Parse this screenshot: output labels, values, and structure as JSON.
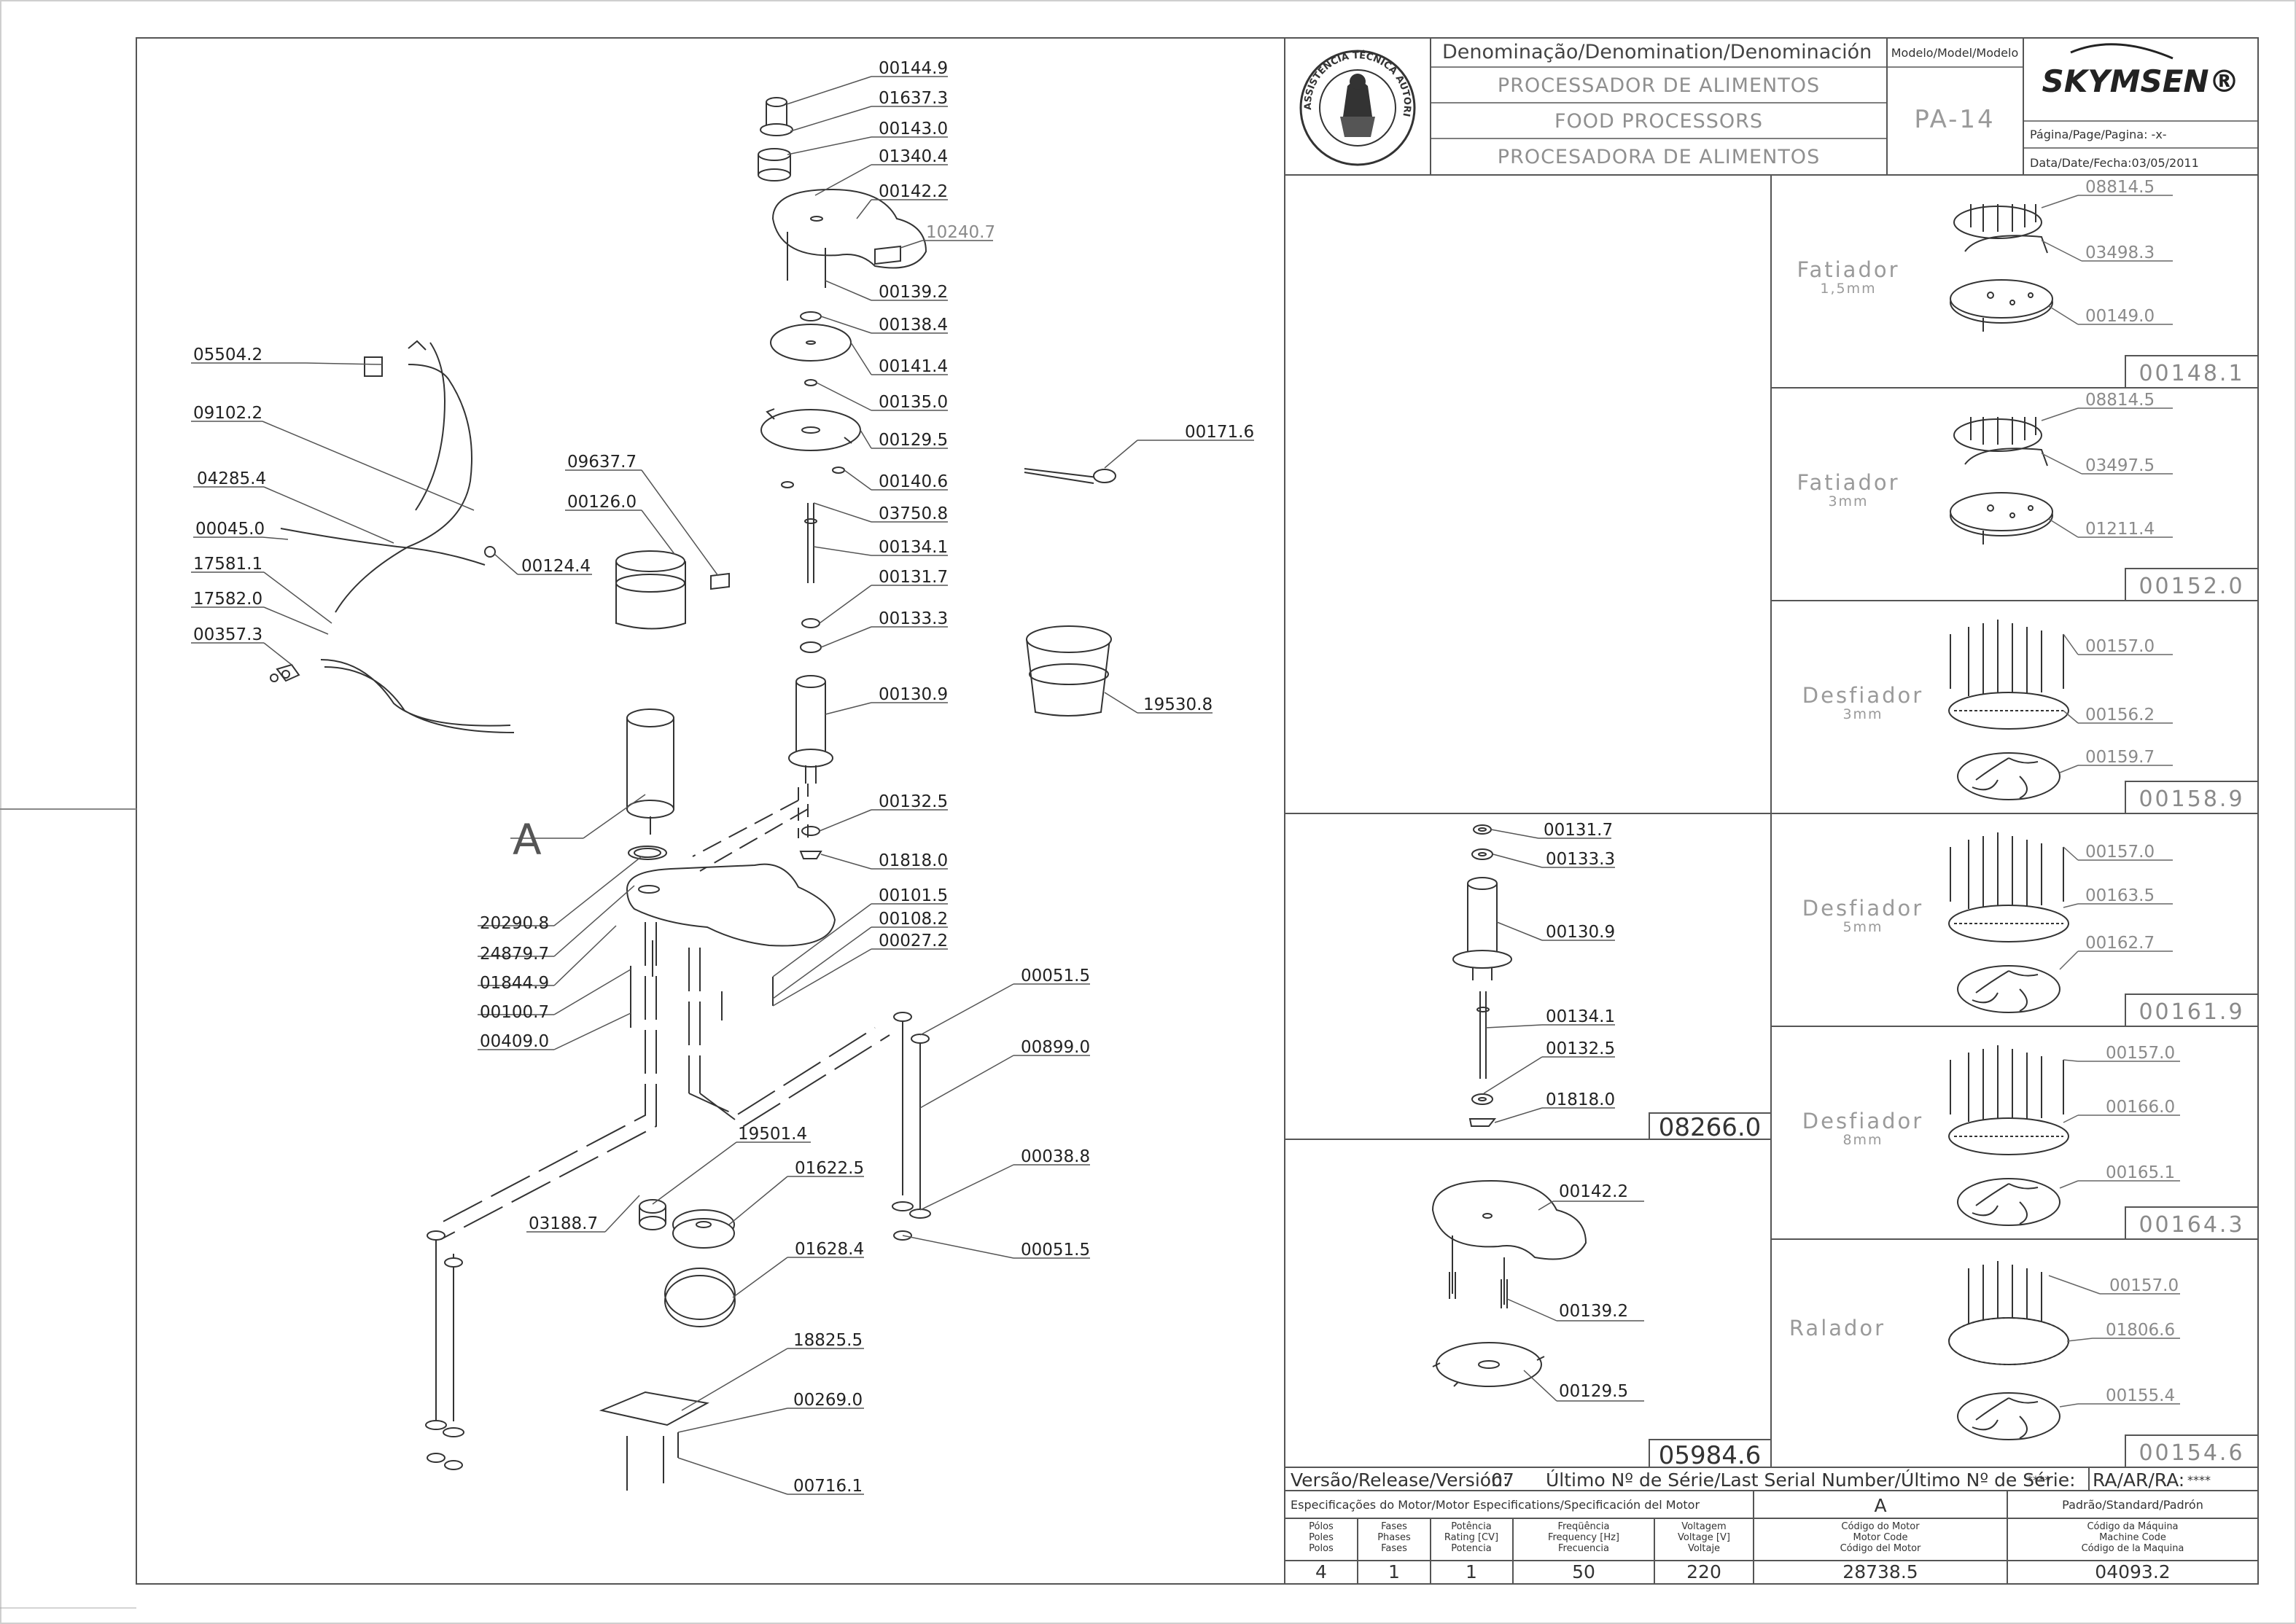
{
  "title_block": {
    "denomination_header": "Denominação/Denomination/Denominación",
    "model_header": "Modelo/Model/Modelo",
    "names": [
      "PROCESSADOR DE ALIMENTOS",
      "FOOD PROCESSORS",
      "PROCESADORA DE ALIMENTOS"
    ],
    "model": "PA-14",
    "brand": "SKYMSEN®",
    "page_label": "Página/Page/Pagina: -x-",
    "date_label": "Data/Date/Fecha:03/05/2011",
    "seal_text": "ASSISTÊNCIA TÉCNICA AUTORIZADA"
  },
  "main_labels": [
    "00144.9",
    "01637.3",
    "00143.0",
    "01340.4",
    "00142.2",
    "10240.7",
    "00139.2",
    "00138.4",
    "00141.4",
    "00135.0",
    "00129.5",
    "00140.6",
    "03750.8",
    "00134.1",
    "00131.7",
    "00133.3",
    "00130.9",
    "00132.5",
    "01818.0",
    "00101.5",
    "00108.2",
    "00027.2",
    "00051.5",
    "00899.0",
    "00038.8",
    "00051.5",
    "19501.4",
    "01622.5",
    "01628.4",
    "03188.7",
    "18825.5",
    "00269.0",
    "00716.1",
    "05504.2",
    "09102.2",
    "04285.4",
    "00045.0",
    "17581.1",
    "17582.0",
    "00357.3",
    "00124.4",
    "09637.7",
    "00126.0",
    "20290.8",
    "24879.7",
    "01844.9",
    "00100.7",
    "00409.0",
    "00171.6",
    "19530.8",
    "A"
  ],
  "kits": [
    {
      "name": "Fatiador",
      "size": "1,5mm",
      "parts": [
        "08814.5",
        "03498.3",
        "00149.0"
      ],
      "code": "00148.1"
    },
    {
      "name": "Fatiador",
      "size": "3mm",
      "parts": [
        "08814.5",
        "03497.5",
        "01211.4"
      ],
      "code": "00152.0"
    },
    {
      "name": "Desfiador",
      "size": "3mm",
      "parts": [
        "00157.0",
        "00156.2",
        "00159.7"
      ],
      "code": "00158.9"
    },
    {
      "name": "Desfiador",
      "size": "5mm",
      "parts": [
        "00157.0",
        "00163.5",
        "00162.7"
      ],
      "code": "00161.9"
    },
    {
      "name": "Desfiador",
      "size": "8mm",
      "parts": [
        "00157.0",
        "00166.0",
        "00165.1"
      ],
      "code": "00164.3"
    },
    {
      "name": "Ralador",
      "size": "",
      "parts": [
        "00157.0",
        "01806.6",
        "00155.4"
      ],
      "code": "00154.6"
    }
  ],
  "shaft_assembly": {
    "parts": [
      "00131.7",
      "00133.3",
      "00130.9",
      "00134.1",
      "00132.5",
      "01818.0"
    ],
    "code": "08266.0"
  },
  "cover_assembly": {
    "parts": [
      "00142.2",
      "00139.2",
      "00129.5"
    ],
    "code": "05984.6"
  },
  "footer": {
    "version_label": "Versão/Release/Versión:",
    "version": "07",
    "serial_label": "Último Nº de Série/Last Serial Number/Último Nº de Série:",
    "serial_value": "****",
    "ra_label": "RA/AR/RA:",
    "ra_value": "****",
    "motor_spec_label": "Especificações do Motor/Motor Especifications/Specificación del Motor",
    "motor_letter": "A",
    "standard_label": "Padrão/Standard/Padrón",
    "columns": [
      {
        "header": [
          "Pólos",
          "Poles",
          "Polos"
        ],
        "value": "4"
      },
      {
        "header": [
          "Fases",
          "Phases",
          "Fases"
        ],
        "value": "1"
      },
      {
        "header": [
          "Potência",
          "Rating [CV]",
          "Potencia"
        ],
        "value": "1"
      },
      {
        "header": [
          "Freqüência",
          "Frequency [Hz]",
          "Frecuencia"
        ],
        "value": "50"
      },
      {
        "header": [
          "Voltagem",
          "Voltage [V]",
          "Voltaje"
        ],
        "value": "220"
      },
      {
        "header": [
          "Código do Motor",
          "Motor Code",
          "Código del Motor"
        ],
        "value": "28738.5"
      },
      {
        "header": [
          "Código da Máquina",
          "Machine Code",
          "Código de la Maquina"
        ],
        "value": "04093.2"
      }
    ]
  }
}
